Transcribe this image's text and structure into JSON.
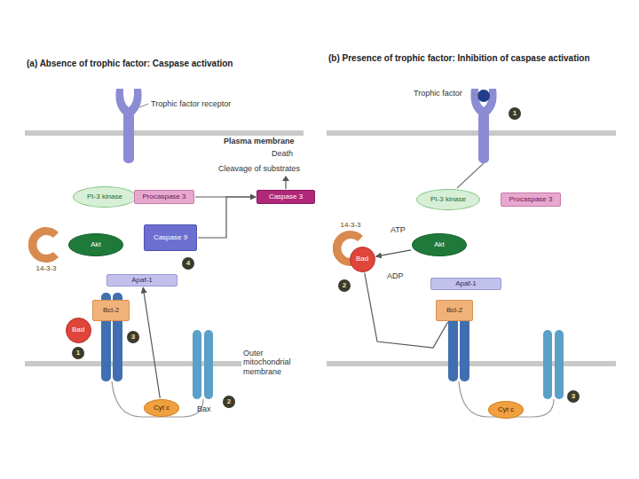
{
  "diagram": {
    "nodes": [
      {
        "text": [
          "PI-3 kinase"
        ]
      },
      {
        "text": [
          "Procaspase 3"
        ]
      },
      {
        "text": [
          "Caspase 3"
        ]
      },
      {
        "text": [
          "14-3-3"
        ]
      },
      {
        "text": [
          "Akt"
        ]
      },
      {
        "text": [
          "Caspase 9"
        ]
      },
      {
        "text": [
          "Apaf-1"
        ]
      },
      {
        "text": [
          "Bcl-2"
        ]
      },
      {
        "text": [
          "Bad"
        ]
      },
      {
        "text": [
          "Cyt c"
        ]
      },
      {
        "text": [
          "PI-3 kinase"
        ]
      },
      {
        "text": [
          "Procaspase 3"
        ]
      },
      {
        "text": [
          "14-3-3"
        ]
      },
      {
        "text": [
          "Bad"
        ]
      },
      {
        "text": [
          "Akt"
        ]
      },
      {
        "text": [
          "Apaf-1"
        ]
      },
      {
        "text": [
          "Bcl-2"
        ]
      },
      {
        "text": [
          "Cyt c"
        ]
      }
    ],
    "edges": [
      {
        "from": 1,
        "to": 2,
        "arrow": "to"
      },
      {
        "from": 5,
        "to": 2,
        "arrow": "to"
      },
      {
        "from": 9,
        "to": 6,
        "arrow": "to"
      },
      {
        "from": 14,
        "to": 13,
        "arrow": "to"
      },
      {
        "from": 13,
        "to": 16,
        "arrow": "none"
      }
    ],
    "labels": [
      "(a) Absence of trophic factor: Caspase activation",
      "Trophic factor receptor",
      "Plasma membrane",
      "Cleavage of substrates",
      "Death",
      "4",
      "3",
      "1",
      "Outer mitochondrial membrane",
      "2",
      "Bax",
      "(b) Presence of trophic factor: Inhibition of caspase activation",
      "Trophic factor",
      "1",
      "ATP",
      "ADP",
      "2",
      "3"
    ]
  }
}
